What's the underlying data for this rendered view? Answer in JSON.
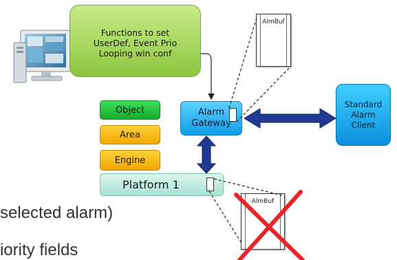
{
  "functions_box": {
    "lines": [
      "Functions to set",
      "UserDef, Event Prio",
      "Looping win conf"
    ],
    "color": "#8cc63f"
  },
  "layers": {
    "object": "Object",
    "area": "Area",
    "engine": "Engine",
    "platform": "Platform  1"
  },
  "alarm_gateway": {
    "lines": [
      "Alarm",
      "Gateway"
    ],
    "color": "#0f9be6"
  },
  "standard_client": {
    "lines": [
      "Standard",
      "Alarm",
      "Client"
    ],
    "color": "#0a8fdc"
  },
  "buffers": {
    "top_label": "AlmBuf",
    "bottom_label": "AlmBuf"
  },
  "bottom_text": {
    "line1": "selected alarm)",
    "line2": "iority fields"
  },
  "icons": [
    "monitor-icon",
    "x-mark-icon",
    "double-arrow-icon"
  ],
  "colors": {
    "arrow": "#1f3a93",
    "cross": "#e8262a"
  }
}
